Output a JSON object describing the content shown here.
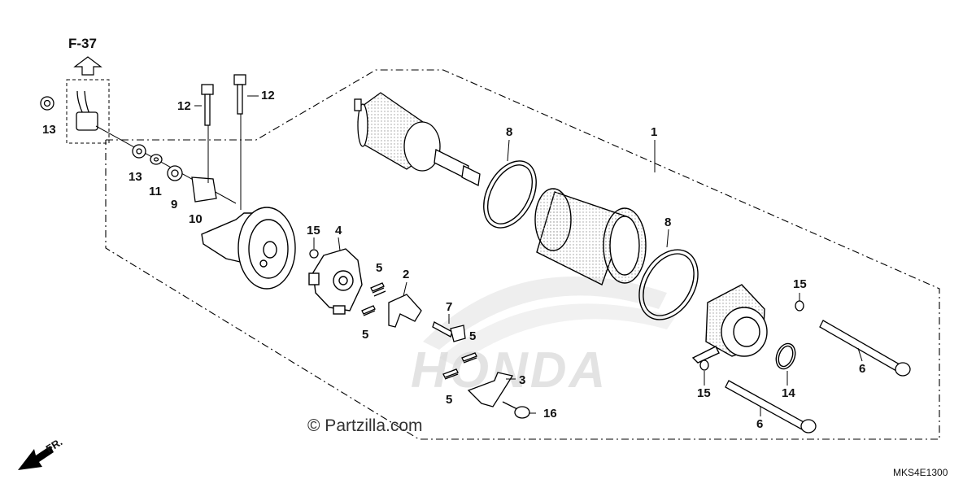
{
  "diagram": {
    "reference_label": "F-37",
    "direction_label": "FR.",
    "copyright": "© Partzilla.com",
    "diagram_code": "MKS4E1300",
    "watermark": "HONDA",
    "callouts": [
      "1",
      "2",
      "3",
      "4",
      "5",
      "5",
      "5",
      "5",
      "6",
      "6",
      "7",
      "8",
      "8",
      "9",
      "10",
      "11",
      "12",
      "12",
      "13",
      "13",
      "14",
      "15",
      "15",
      "15",
      "16"
    ]
  }
}
